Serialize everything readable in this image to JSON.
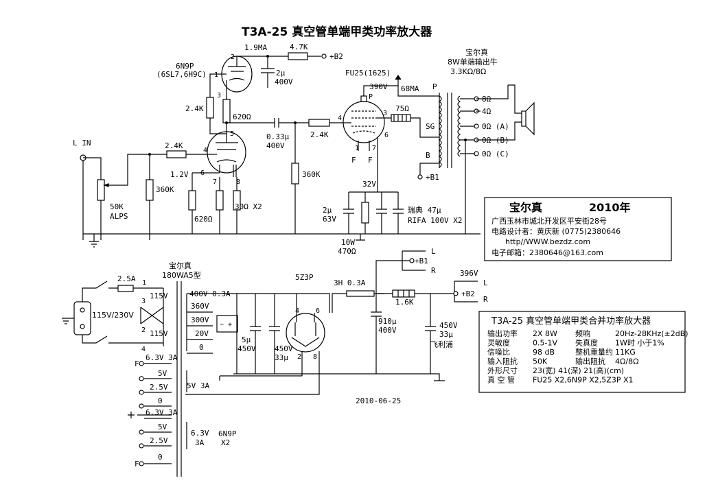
{
  "title": "T3A-25 真空管单端甲类功率放大器",
  "date": "2010-06-25",
  "labels": {
    "input": "L IN",
    "pot": "50K",
    "pot_brand": "ALPS",
    "r_in": "2.4K",
    "r_360k_a": "360K",
    "tube1": "6N9P",
    "tube1_alt": "(6SL7,6H9C)",
    "pin1": "1",
    "pin2": "2",
    "pin3": "3",
    "pin4": "4",
    "pin5": "5",
    "pin6": "6",
    "pin7": "7",
    "pin8": "8",
    "v12": "1.2V",
    "r_620_a": "620Ω",
    "r_620_b": "620Ω",
    "r_30": "30Ω X2",
    "r_24k_b": "2.4K",
    "i_19ma": "1.9MA",
    "r_47k": "4.7K",
    "b2_a": "+B2",
    "c_2u": "2μ",
    "c_2u_v": "400V",
    "c_033": "0.33μ",
    "c_033_v": "400V",
    "r_24k_c": "2.4K",
    "r_360k_b": "360K",
    "tube2": "FU25(1625)",
    "v390": "390V",
    "i68": "68MA",
    "p": "P",
    "f1": "F",
    "f2": "F",
    "r_75": "75Ω",
    "sg": "SG",
    "b_label": "B",
    "b1_a": "+B1",
    "v32": "32V",
    "c_2u_b": "2μ",
    "c_2u_b_v": "63V",
    "r_10w": "10W",
    "r_470": "470Ω",
    "cap_note1": "瑞典 47μ",
    "cap_note2": "RIFA 100V X2",
    "ot_brand": "宝尔真",
    "ot_desc": "8W单端输出牛",
    "ot_imp": "3.3KΩ/8Ω",
    "tap_p": "P",
    "tap_8": "8Ω",
    "tap_4": "4Ω",
    "tap_0a": "0Ω (A)",
    "tap_0b": "0Ω (B)",
    "tap_0c": "0Ω (C)",
    "fuse": "2.5A",
    "pt_brand": "宝尔真",
    "pt_model": "180WA5型",
    "v115a": "115V",
    "v115b": "115V",
    "v_mains": "115V/230V",
    "n1": "1",
    "n2": "2",
    "n3": "3",
    "n4": "4",
    "s400": "400V 0.3A",
    "s360": "360V",
    "s300": "300V",
    "s20": "20V",
    "s0": "0",
    "f63a": "6.3V 3A",
    "f5va": "5V",
    "f25a": "2.5V",
    "f0a": "0",
    "f5v3a": "5V 3A",
    "f63b": "6.3V 3A",
    "f5vb": "5V",
    "f25b": "2.5V",
    "f0b": "0",
    "f63c": "6.3V",
    "f3a": "3A",
    "f6n9p": "6N9P",
    "fx2": "X2",
    "fF1": "F",
    "fF2": "F",
    "rect": "5Z3P",
    "c5u": "5μ",
    "c5u_v": "450V",
    "c33u": "450V",
    "c33u_v": "33μ",
    "choke": "3H 0.3A",
    "c910": "910μ",
    "c910_v": "400V",
    "r16k": "1.6K",
    "c450": "450V",
    "c33b": "33μ",
    "philips": "飞利浦",
    "b1_b": "+B1",
    "b2_b": "+B2",
    "v396": "396V",
    "L1": "L",
    "R1": "R",
    "L2": "L",
    "R2": "R"
  },
  "info_box": {
    "brand": "宝尔真",
    "year": "2010年",
    "address": "广西玉林市城北开发区平安街28号",
    "designer": "电路设计者：黄庆新   (0775)2380646",
    "web": "http//WWW.bezdz.com",
    "email": "电子邮箱：2380646@163.com"
  },
  "spec_box": {
    "title": "T3A-25 真空管单端甲类合并功率放大器",
    "rows": [
      [
        "输出功率",
        "2X 8W",
        "频响",
        "20Hz-28KHz(±2dB)"
      ],
      [
        "灵敏度",
        "0.5-1V",
        "失真度",
        "1W时 小于1%"
      ],
      [
        "信噪比",
        "98 dB",
        "整机重量约",
        "11KG"
      ],
      [
        "输入阻抗",
        "50K",
        "输出阻抗",
        "4Ω/8Ω"
      ],
      [
        "外形尺寸",
        "23(宽) 41(深) 21(高)(cm)",
        "",
        ""
      ],
      [
        "真 空 管",
        "FU25 X2,6N9P X2,5Z3P X1",
        "",
        ""
      ]
    ]
  }
}
